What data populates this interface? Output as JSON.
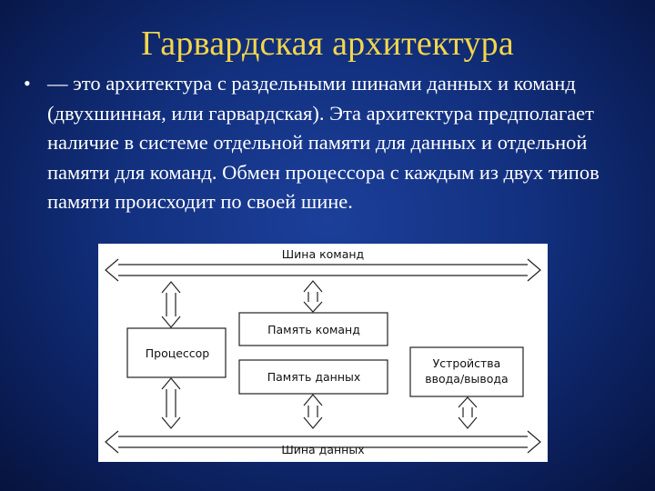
{
  "slide": {
    "title": "Гарвардская архитектура",
    "bullet": "•",
    "text": "— это архитектура с раздельными шинами данных и команд (двухшинная, или гарвардская). Эта архитектура предполагает наличие в системе отдельной памяти для данных и отдельной памяти для команд. Обмен процессора с каждым из двух типов памяти происходит по своей шине."
  },
  "diagram": {
    "command_bus": "Шина команд",
    "data_bus": "Шина данных",
    "processor": "Процессор",
    "command_memory": "Память команд",
    "data_memory": "Память данных",
    "io_line1": "Устройства",
    "io_line2": "ввода/вывода"
  }
}
